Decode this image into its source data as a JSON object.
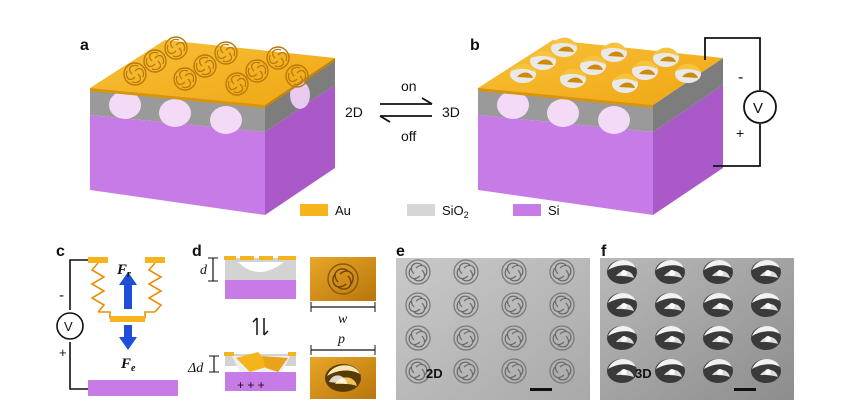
{
  "panels": {
    "a": "a",
    "b": "b",
    "c": "c",
    "d": "d",
    "e": "e",
    "f": "f"
  },
  "switch": {
    "on": "on",
    "off": "off",
    "left": "2D",
    "right": "3D"
  },
  "legend": [
    {
      "label": "Au",
      "color": "#f5b31c"
    },
    {
      "label": "SiO",
      "sub": "2",
      "color": "#d6d6d6"
    },
    {
      "label": "Si",
      "color": "#c77be6"
    }
  ],
  "circuit": {
    "voltage": "V",
    "minus": "-",
    "plus": "+"
  },
  "forces": {
    "fr": "F",
    "fr_sub": "r",
    "fe": "F",
    "fe_sub": "e"
  },
  "dims": {
    "d": "d",
    "delta_d": "Δd",
    "w": "w",
    "p": "p",
    "charges": "+   +   +"
  },
  "sem": {
    "left": "2D",
    "right": "3D"
  },
  "colors": {
    "gold": "#f5b31c",
    "gold_dark": "#d9940a",
    "silica": "#cfcfcf",
    "si": "#c77be6",
    "si_dark": "#a959c8",
    "arrow": "#1f4fd8",
    "spring": "#e6900a"
  }
}
